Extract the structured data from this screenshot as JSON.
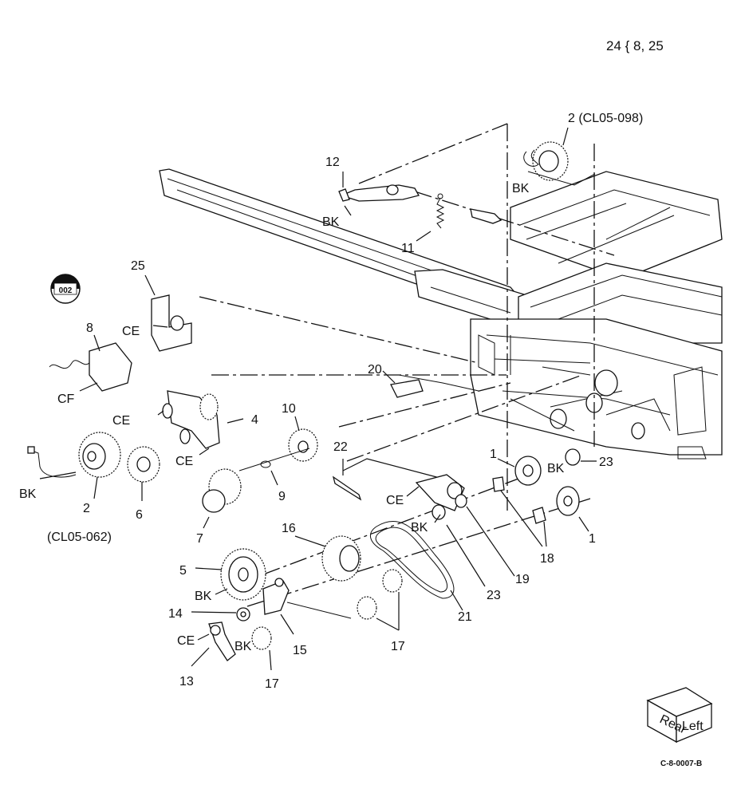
{
  "header": {
    "page_ref": "24 { 8, 25"
  },
  "figure_code": "C-8-0007-B",
  "badge": "002",
  "orientation_cube": {
    "face1": "Rear",
    "face2": "Left"
  },
  "callouts": {
    "c2a": "2 (CL05-098)",
    "c12": "12",
    "bk12": "BK",
    "c11": "11",
    "bk2a": "BK",
    "c25": "25",
    "ce25": "CE",
    "c8": "8",
    "cf": "CF",
    "c20": "20",
    "ce4a": "CE",
    "c4": "4",
    "ce4b": "CE",
    "c10": "10",
    "c22": "22",
    "c1a": "1",
    "bk23": "BK",
    "c23a": "23",
    "bk2b": "BK",
    "c2b": "2",
    "cl2b": "(CL05-062)",
    "c6": "6",
    "c9": "9",
    "c7": "7",
    "ce19": "CE",
    "bk23b": "BK",
    "c19": "19",
    "c23b": "23",
    "c18": "18",
    "c1b": "1",
    "c16": "16",
    "c5": "5",
    "bk5": "BK",
    "c14": "14",
    "ce13": "CE",
    "c13": "13",
    "bk17": "BK",
    "c17a": "17",
    "c15": "15",
    "c17b": "17",
    "c21": "21"
  },
  "colors": {
    "ink": "#111111",
    "paper": "#ffffff"
  }
}
